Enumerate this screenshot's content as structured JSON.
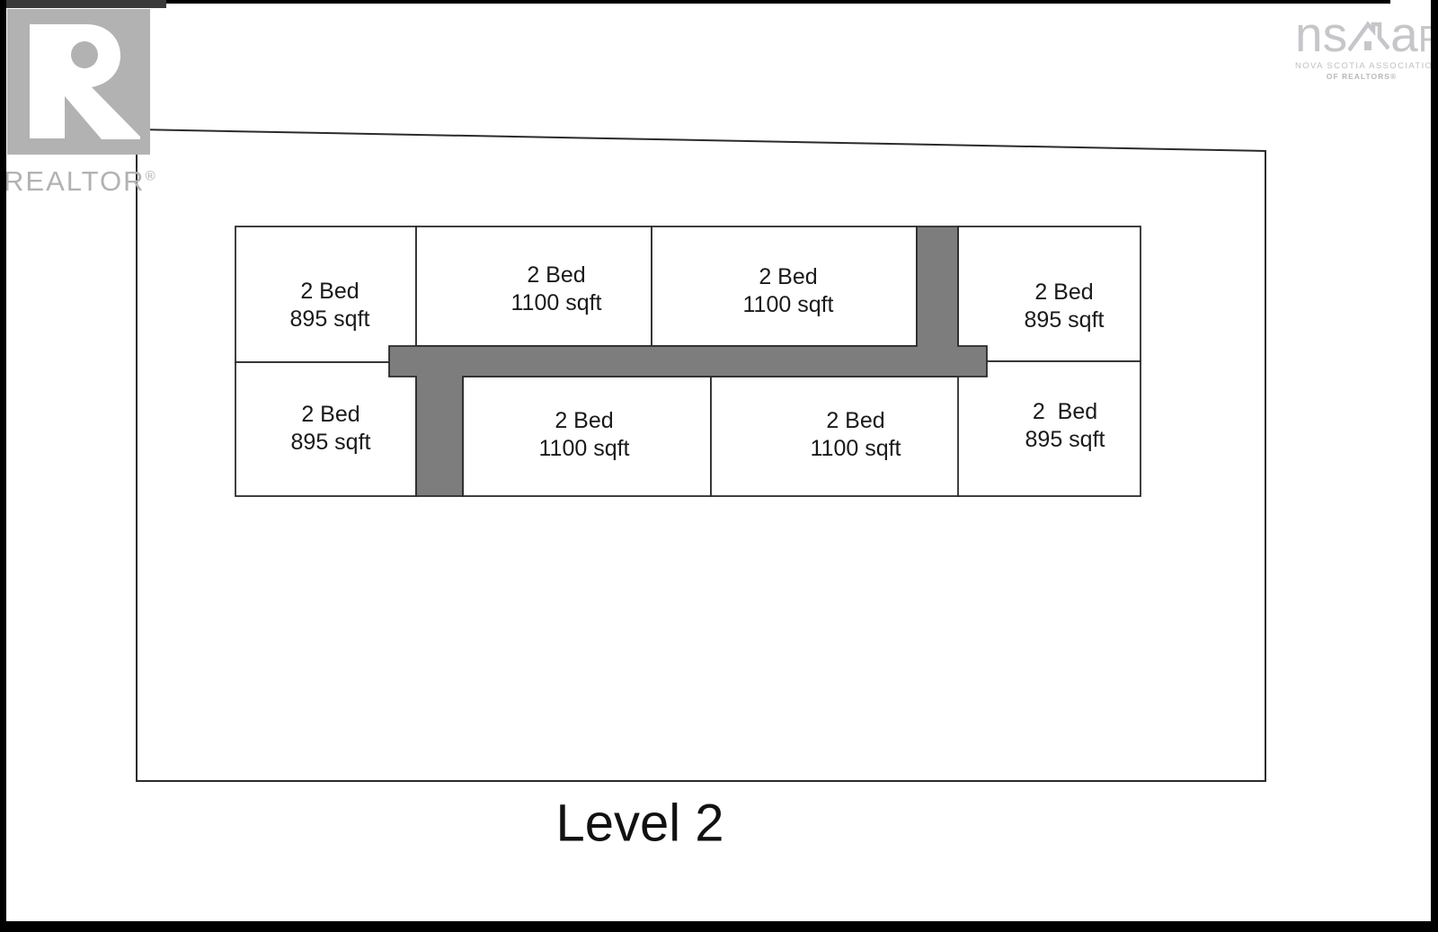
{
  "branding": {
    "realtor": {
      "wordmark": "REALTOR",
      "registered_mark": "®"
    },
    "nsar": {
      "wordmark_ns": "ns",
      "wordmark_a": "a",
      "wordmark_r": "R",
      "tagline_line1": "NOVA SCOTIA ASSOCIATION",
      "tagline_line2": "OF REALTORS®"
    }
  },
  "floor_plan": {
    "level_label": "Level 2",
    "units": [
      {
        "position": "top-left",
        "line1": "2 Bed",
        "line2": "895 sqft"
      },
      {
        "position": "top-center-left",
        "line1": "2 Bed",
        "line2": "1100 sqft"
      },
      {
        "position": "top-center-right",
        "line1": "2 Bed",
        "line2": "1100 sqft"
      },
      {
        "position": "top-right",
        "line1": "2 Bed",
        "line2": "895 sqft"
      },
      {
        "position": "bottom-left",
        "line1": "2 Bed",
        "line2": "895 sqft"
      },
      {
        "position": "bottom-center-left",
        "line1": "2 Bed",
        "line2": "1100 sqft"
      },
      {
        "position": "bottom-center-right",
        "line1": "2 Bed",
        "line2": "1100 sqft"
      },
      {
        "position": "bottom-right",
        "line1": "2  Bed",
        "line2": "895 sqft"
      }
    ],
    "colors": {
      "corridor_gray": "#7d7d7d",
      "outline": "#2b2b2b",
      "watermark_gray": "#b2b2b2",
      "nsar_gray": "#c6c6ca"
    }
  }
}
